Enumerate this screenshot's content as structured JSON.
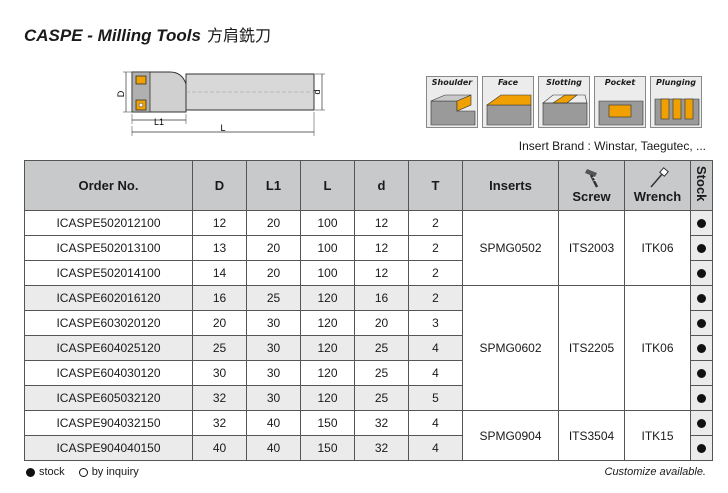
{
  "title": {
    "main": "CASPE - Milling Tools",
    "cn": "方肩銑刀"
  },
  "drawing": {
    "labels": {
      "D": "D",
      "d": "d",
      "L1": "L1",
      "L": "L"
    }
  },
  "applications": [
    {
      "label": "Shoulder",
      "icon": "shoulder-icon"
    },
    {
      "label": "Face",
      "icon": "face-icon"
    },
    {
      "label": "Slotting",
      "icon": "slotting-icon"
    },
    {
      "label": "Pocket",
      "icon": "pocket-icon"
    },
    {
      "label": "Plunging",
      "icon": "plunging-icon"
    }
  ],
  "brand": "Insert Brand : Winstar, Taegutec, ...",
  "table": {
    "headers": {
      "order": "Order No.",
      "D": "D",
      "L1": "L1",
      "L": "L",
      "d": "d",
      "T": "T",
      "inserts": "Inserts",
      "screw": "Screw",
      "wrench": "Wrench",
      "stock": "Stock"
    },
    "rows": [
      {
        "order": "ICASPE502012100",
        "D": "12",
        "L1": "20",
        "L": "100",
        "d": "12",
        "T": "2"
      },
      {
        "order": "ICASPE502013100",
        "D": "13",
        "L1": "20",
        "L": "100",
        "d": "12",
        "T": "2"
      },
      {
        "order": "ICASPE502014100",
        "D": "14",
        "L1": "20",
        "L": "100",
        "d": "12",
        "T": "2"
      },
      {
        "order": "ICASPE602016120",
        "D": "16",
        "L1": "25",
        "L": "120",
        "d": "16",
        "T": "2"
      },
      {
        "order": "ICASPE603020120",
        "D": "20",
        "L1": "30",
        "L": "120",
        "d": "20",
        "T": "3"
      },
      {
        "order": "ICASPE604025120",
        "D": "25",
        "L1": "30",
        "L": "120",
        "d": "25",
        "T": "4"
      },
      {
        "order": "ICASPE604030120",
        "D": "30",
        "L1": "30",
        "L": "120",
        "d": "25",
        "T": "4"
      },
      {
        "order": "ICASPE605032120",
        "D": "32",
        "L1": "30",
        "L": "120",
        "d": "25",
        "T": "5"
      },
      {
        "order": "ICASPE904032150",
        "D": "32",
        "L1": "40",
        "L": "150",
        "d": "32",
        "T": "4"
      },
      {
        "order": "ICASPE904040150",
        "D": "40",
        "L1": "40",
        "L": "150",
        "d": "32",
        "T": "4"
      }
    ],
    "groups": [
      {
        "insert": "SPMG0502",
        "screw": "ITS2003",
        "wrench": "ITK06"
      },
      {
        "insert": "SPMG0602",
        "screw": "ITS2205",
        "wrench": "ITK06"
      },
      {
        "insert": "SPMG0904",
        "screw": "ITS3504",
        "wrench": "ITK15"
      }
    ]
  },
  "legend": {
    "stock": "stock",
    "inquiry": "by inquiry"
  },
  "footer": "Customize available.",
  "colors": {
    "header_bg": "#c8c9cb",
    "shade_bg": "#ebebec",
    "insert_orange": "#f0a000"
  }
}
